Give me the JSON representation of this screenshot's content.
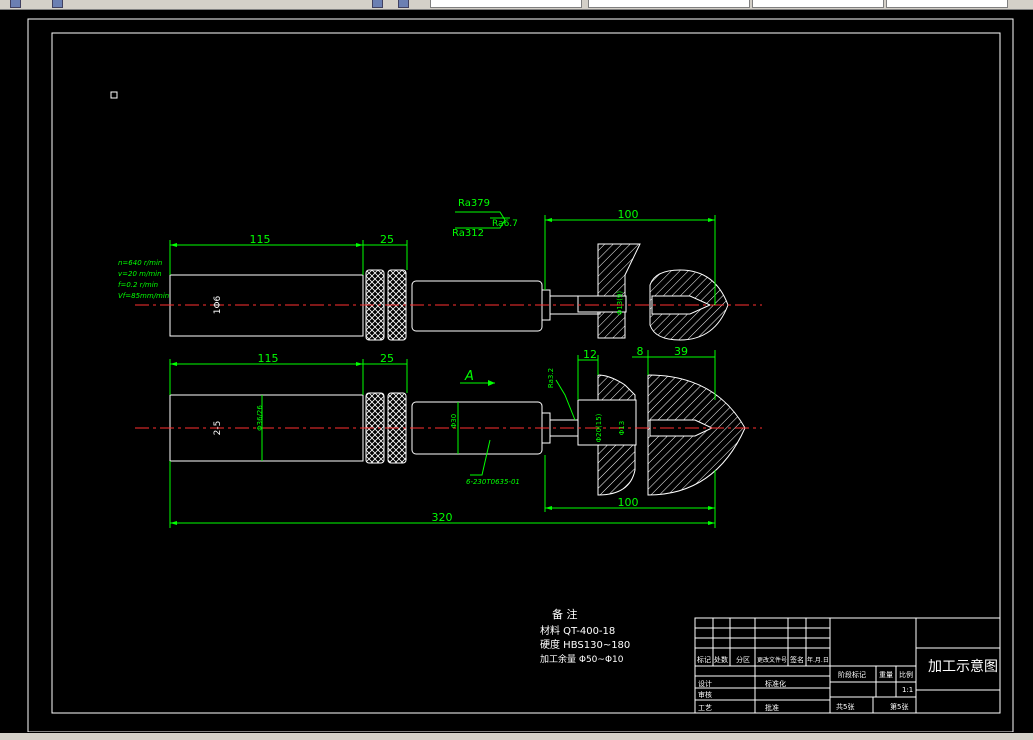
{
  "dims": {
    "d115_top": "115",
    "d25_top": "25",
    "d100_top": "100",
    "d115_mid": "115",
    "d25_mid": "25",
    "d12": "12",
    "d8": "8",
    "d39": "39",
    "d100_bot": "100",
    "d320": "320",
    "dia_top": "1Φ6",
    "dia_bot": "2-5",
    "dia_36": "Φ36/26",
    "dia_30": "Φ30",
    "dia_small": "Φ13(9)",
    "dia_small2": "Φ20(15)",
    "dia_small3": "Φ13"
  },
  "params": [
    "n=640 r/min",
    "v=20 m/min",
    "f=0.2 r/min",
    "Vf=85mm/min"
  ],
  "roughness": {
    "r1": "Ra379",
    "r2": "Ra312",
    "r3": "Ra6.7"
  },
  "labels": {
    "view_a": "A",
    "callout": "6-230T0635-01",
    "callout2": "Ra3.2"
  },
  "notes": {
    "title": "备 注",
    "lines": [
      "材料 QT-400-18",
      "硬度 HBS130~180",
      "加工余量 Φ50~Φ10"
    ]
  },
  "title_block": {
    "drawing_title": "加工示意图",
    "row_labels": [
      "标记",
      "处数",
      "分区",
      "更改文件号",
      "签名",
      "年.月.日"
    ],
    "design": "设计",
    "check": "审核",
    "process": "工艺",
    "std": "标准化",
    "approve": "批准",
    "stage": "阶段标记",
    "weight": "重量",
    "scale": "比例",
    "scale_val": "1:1",
    "sheets_total": "共5张",
    "sheet_no": "第5张"
  },
  "colors": {
    "line": "#ffffff",
    "dim": "#00ff00",
    "center": "#ff3030",
    "bg": "#000000"
  }
}
